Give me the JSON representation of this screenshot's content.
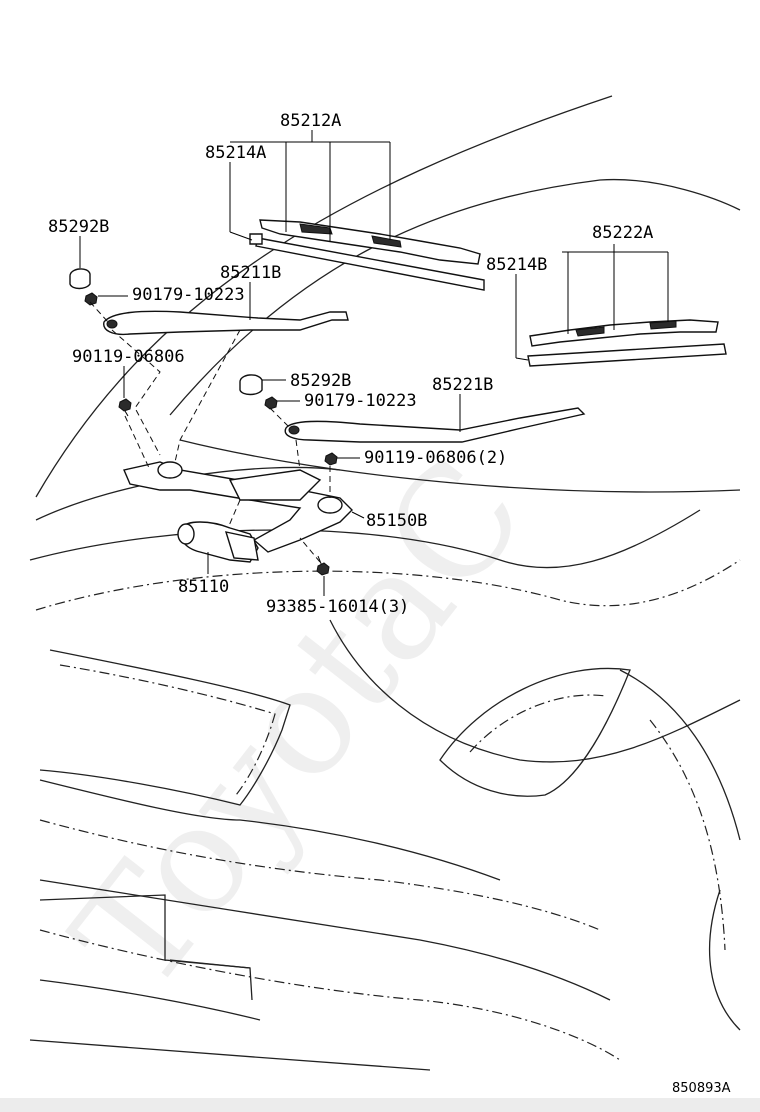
{
  "callouts": {
    "wiper_blade_front": "85212A",
    "blade_insert_front": "85214A",
    "arm_cover_front": "85292B",
    "wiper_arm_front": "85211B",
    "arm_nut_front": "90179-10223",
    "link_bolt_left": "90119-06806",
    "arm_cover_rear": "85292B",
    "arm_nut_rear": "90179-10223",
    "wiper_arm_rear": "85221B",
    "link_bolt_right": "90119-06806(2)",
    "wiper_link": "85150B",
    "wiper_motor": "85110",
    "motor_bolt": "93385-16014(3)",
    "wiper_blade_rear": "85222A",
    "blade_insert_rear": "85214B"
  },
  "figure_id": "850893A",
  "watermark": "ToyotaC"
}
